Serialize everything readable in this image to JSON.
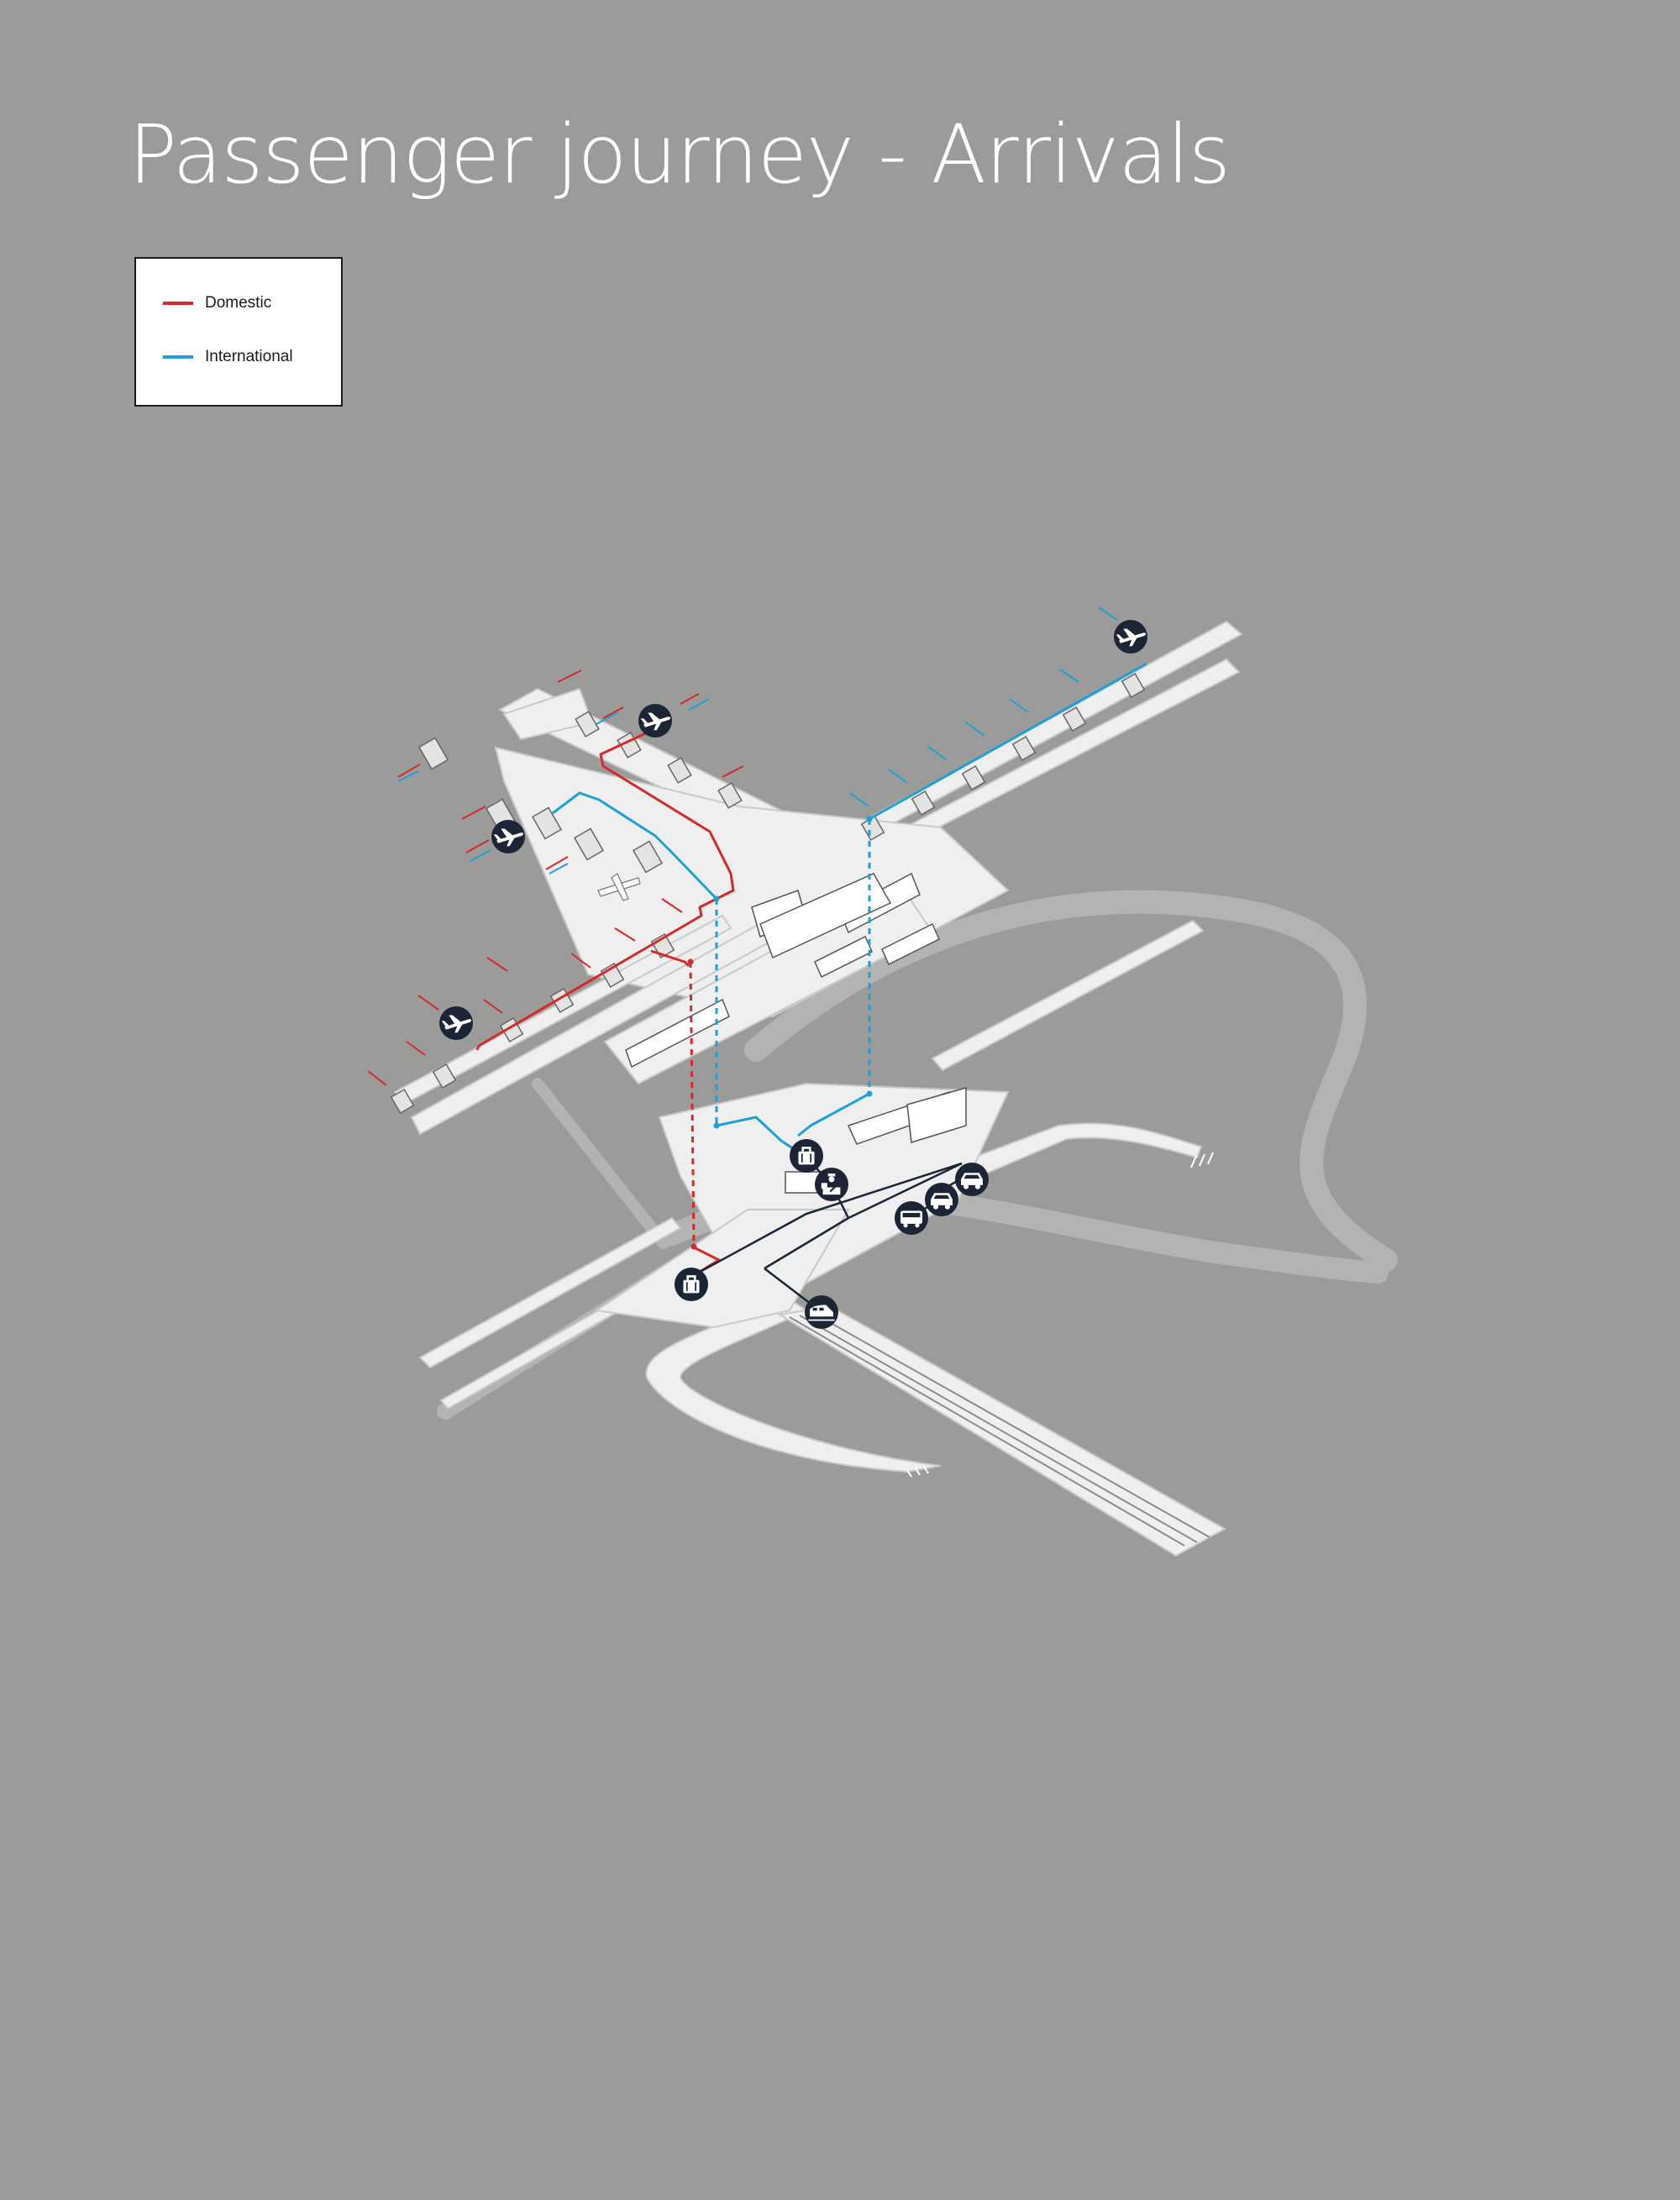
{
  "title": "Passenger journey - Arrivals",
  "legend": {
    "items": [
      {
        "label": "Domestic",
        "color": "#d42a2a"
      },
      {
        "label": "International",
        "color": "#1ea0d6"
      }
    ]
  },
  "colors": {
    "background": "#9b9b9a",
    "floor": "#efefef",
    "road": "#b3b3b2",
    "icon_badge": "#1b2536",
    "connection": "#1b2536"
  },
  "icons": [
    "arrival-plane-icon",
    "baggage-icon",
    "customs-officer-icon",
    "bus-icon",
    "taxi-icon",
    "car-icon",
    "train-icon"
  ]
}
